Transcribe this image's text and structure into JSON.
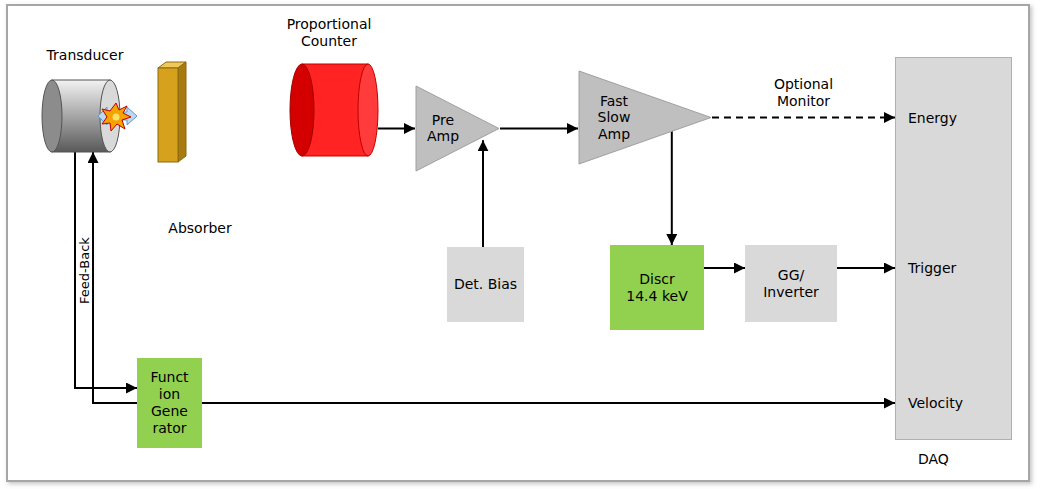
{
  "diagram": {
    "nodes": [
      {
        "text": [
          "Transducer"
        ]
      },
      {
        "text": [
          "Absorber"
        ]
      },
      {
        "text": [
          "Proportional Counter"
        ]
      },
      {
        "text": [
          "Pre Amp"
        ]
      },
      {
        "text": [
          "Fast Slow Amp"
        ]
      },
      {
        "text": [
          "Det. Bias"
        ]
      },
      {
        "text": [
          "Discr 14.4 keV"
        ]
      },
      {
        "text": [
          "GG/ Inverter"
        ]
      },
      {
        "text": [
          "Funct ion Gene rator"
        ]
      },
      {
        "text": [
          "Energy",
          "Trigger",
          "Velocity",
          "DAQ"
        ]
      }
    ],
    "edges": [
      {
        "from": 2,
        "to": 3,
        "arrow": "to"
      },
      {
        "from": 3,
        "to": 4,
        "arrow": "to"
      },
      {
        "from": 5,
        "to": 3,
        "arrow": "to"
      },
      {
        "from": 4,
        "to": 9,
        "label": "Optional Monitor",
        "arrow": "to"
      },
      {
        "from": 4,
        "to": 6,
        "arrow": "to"
      },
      {
        "from": 6,
        "to": 7,
        "arrow": "to"
      },
      {
        "from": 7,
        "to": 9,
        "arrow": "to"
      },
      {
        "from": 8,
        "to": 9,
        "arrow": "to"
      },
      {
        "from": 8,
        "to": 0,
        "arrow": "to"
      },
      {
        "from": 0,
        "to": 8,
        "label": "Feed-Back",
        "arrow": "to"
      }
    ]
  }
}
